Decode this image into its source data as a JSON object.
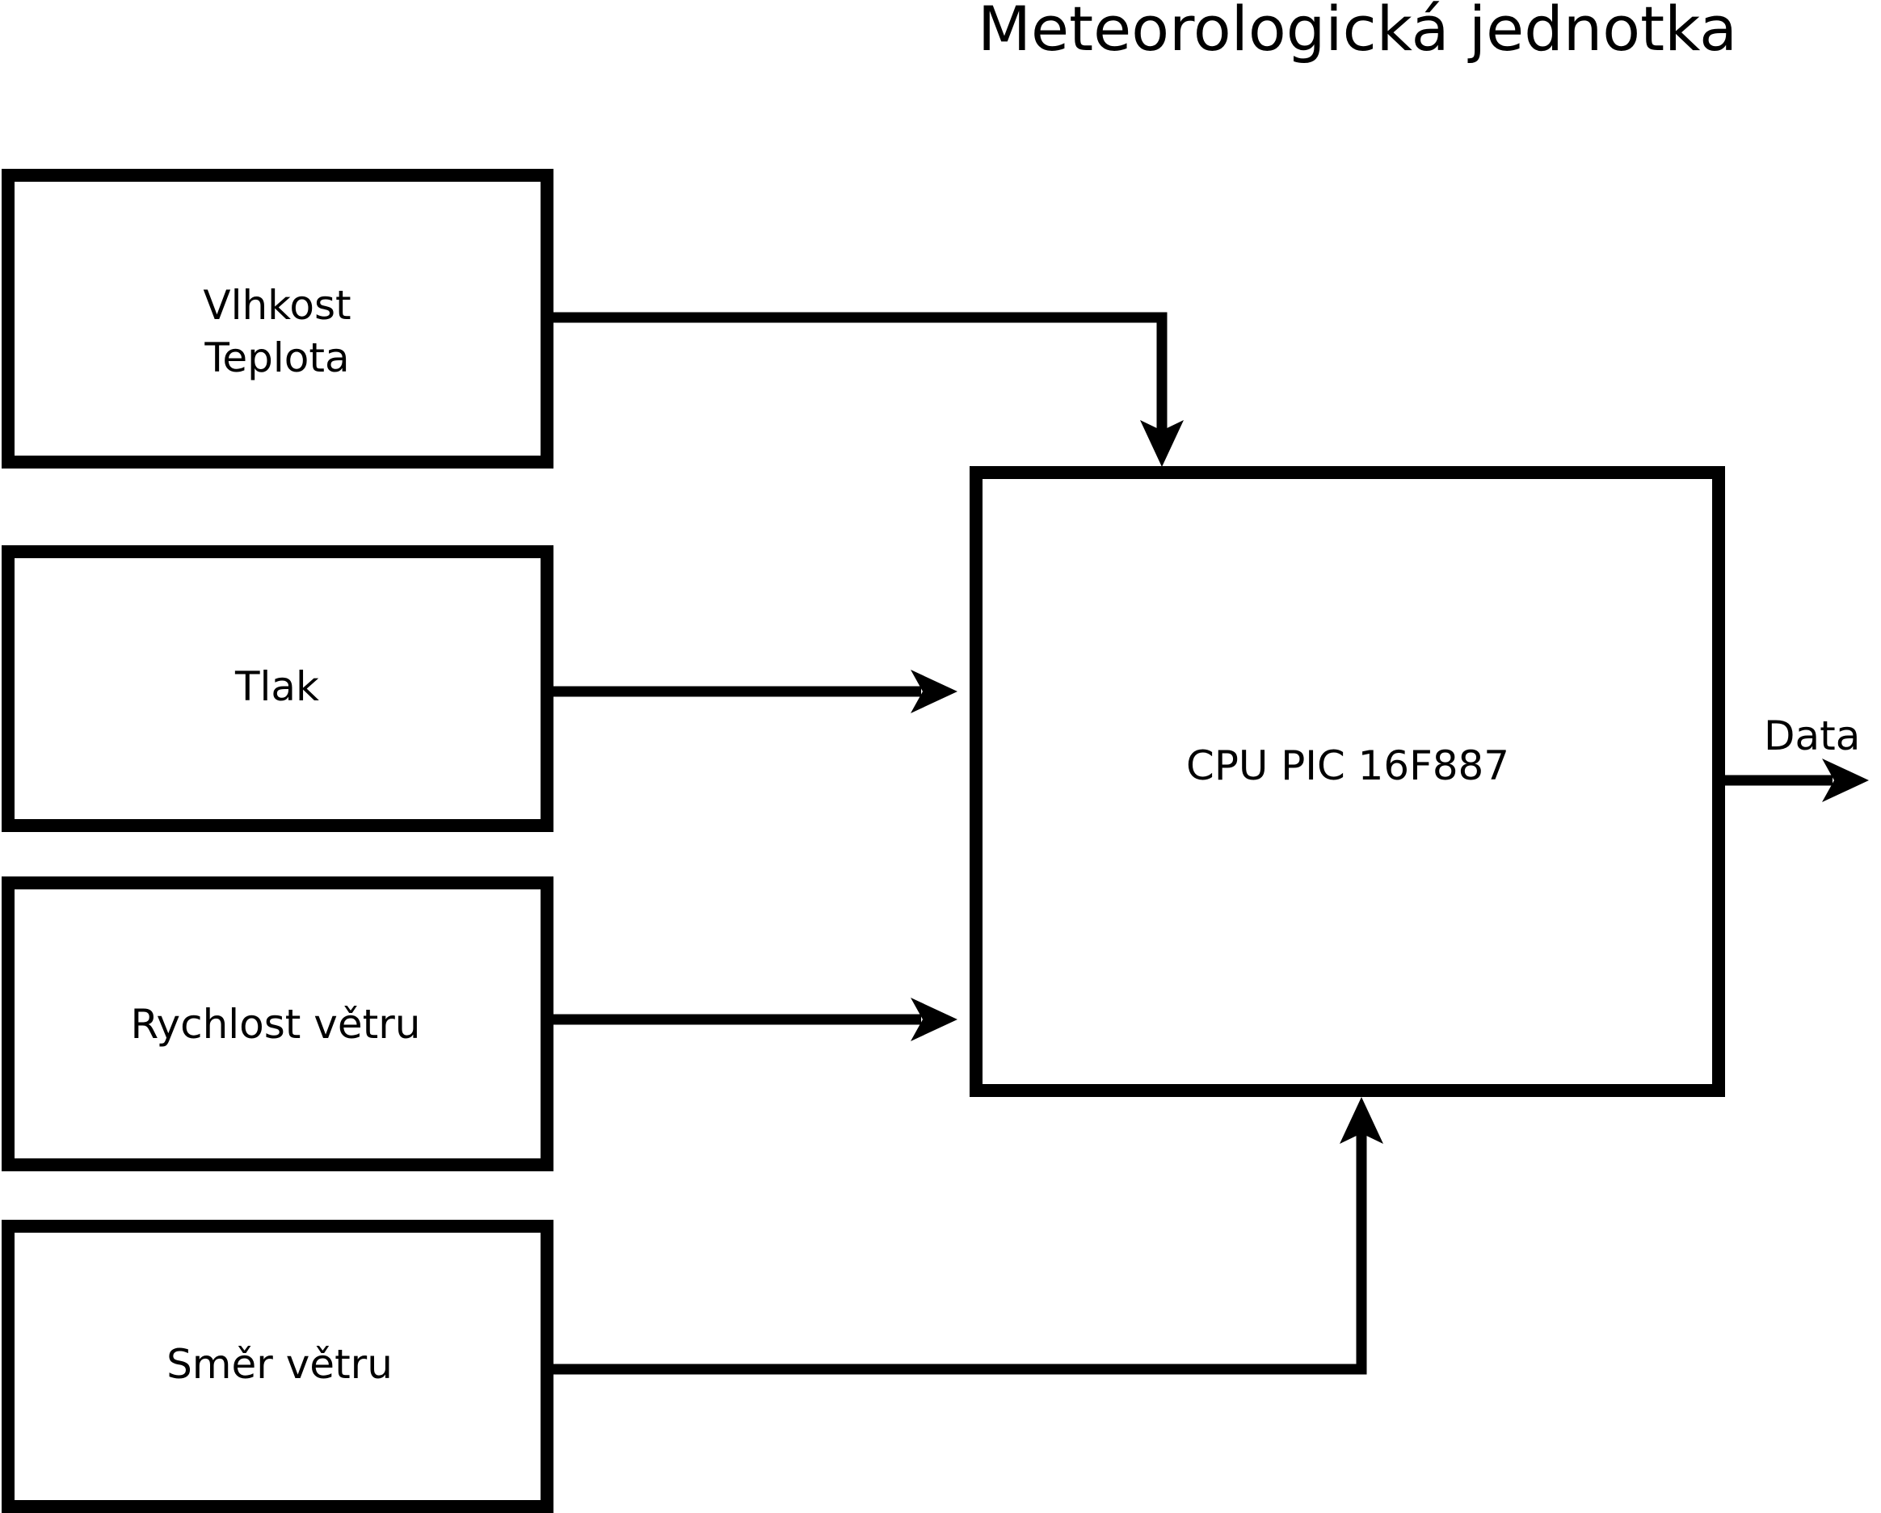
{
  "diagram": {
    "title": "Meteorologická jednotka",
    "background_color": "#ffffff",
    "stroke_color": "#000000",
    "output_label": "Data",
    "nodes": [
      {
        "id": "vlhkost-teplota",
        "lines": [
          "Vlhkost",
          "Teplota"
        ]
      },
      {
        "id": "tlak",
        "label": "Tlak"
      },
      {
        "id": "rychlost-vetru",
        "label": "Rychlost větru"
      },
      {
        "id": "smer-vetru",
        "label": "Směr větru"
      },
      {
        "id": "cpu",
        "label": "CPU PIC 16F887"
      }
    ],
    "edges": [
      {
        "from": "vlhkost-teplota",
        "to": "cpu"
      },
      {
        "from": "tlak",
        "to": "cpu"
      },
      {
        "from": "rychlost-vetru",
        "to": "cpu"
      },
      {
        "from": "smer-vetru",
        "to": "cpu"
      },
      {
        "from": "cpu",
        "to": "output",
        "label": "Data"
      }
    ]
  }
}
